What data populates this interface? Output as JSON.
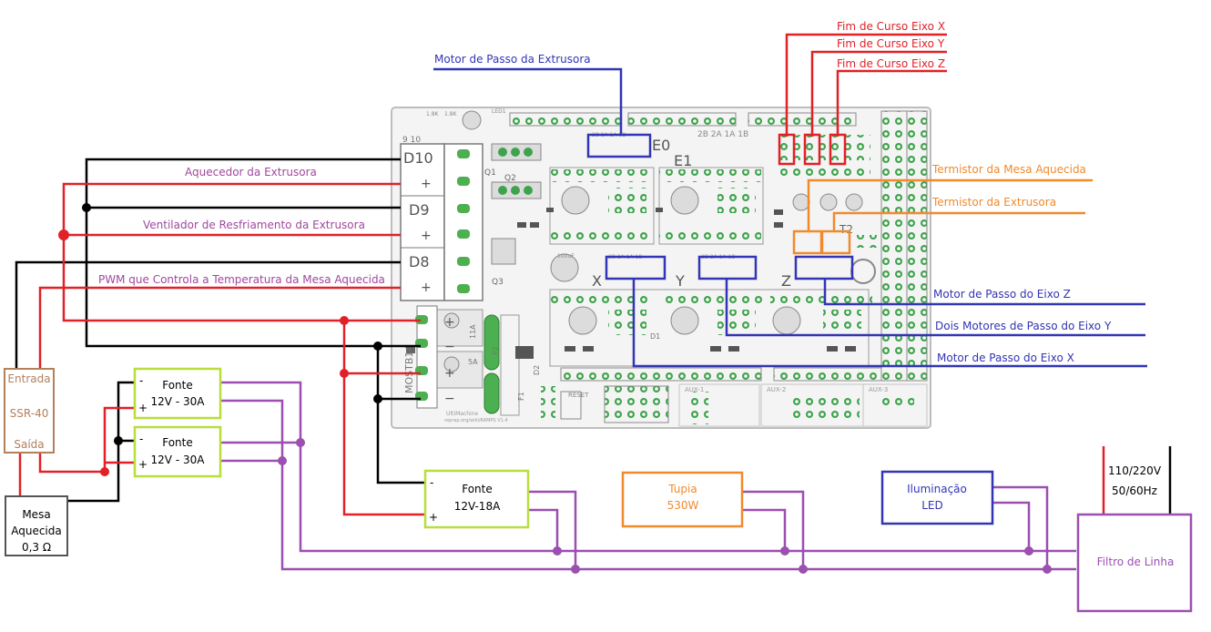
{
  "board": {
    "terminals": {
      "d10": "D10",
      "d9": "D9",
      "d8": "D8",
      "plus": "+",
      "minus": "−",
      "mosfet_header": "9 10",
      "power_header": "MOSTB14"
    },
    "silk": {
      "e0": "E0",
      "e1": "E1",
      "x": "X",
      "y": "Y",
      "z": "Z",
      "pins_2b2a1a1b": "2B 2A 1A 1B",
      "q1": "Q1",
      "q2": "Q2",
      "q3": "Q3",
      "t2": "T2",
      "reset": "RESET",
      "aux1": "AUX-1",
      "aux2": "AUX-2",
      "aux3": "AUX-3",
      "url": "reprap.org/wiki/RAMPS V1.4",
      "ultimachine": "UltiMachine",
      "fuse_11a": "11A",
      "fuse_5a": "5A",
      "cap_100uf": "100uF",
      "d1": "D1",
      "d2": "D2",
      "f1": "F1",
      "f2": "F2",
      "led1": "LED1",
      "r1k8": "1.8K"
    }
  },
  "labels": {
    "motor_extruder": "Motor de Passo da Extrusora",
    "endstop_x": "Fim de Curso Eixo X",
    "endstop_y": "Fim de Curso Eixo Y",
    "endstop_z": "Fim de Curso Eixo Z",
    "thermistor_bed": "Termistor da Mesa Aquecida",
    "thermistor_extruder": "Termistor da Extrusora",
    "motor_z": "Motor de Passo do Eixo Z",
    "motor_y": "Dois Motores de Passo do Eixo Y",
    "motor_x": "Motor de Passo do Eixo X",
    "heater_extruder": "Aquecedor da Extrusora",
    "fan_extruder": "Ventilador de Resfriamento da Extrusora",
    "pwm_bed": "PWM que Controla a Temperatura da Mesa Aquecida"
  },
  "components": {
    "ssr": {
      "input": "Entrada",
      "name": "SSR-40",
      "output": "Saída"
    },
    "bed": {
      "line1": "Mesa",
      "line2": "Aquecida",
      "line3": "0,3 Ω"
    },
    "psu1": {
      "title": "Fonte",
      "rating": "12V - 30A",
      "minus": "-",
      "plus": "+"
    },
    "psu2": {
      "title": "Fonte",
      "rating": "12V - 30A",
      "minus": "-",
      "plus": "+"
    },
    "psu3": {
      "title": "Fonte",
      "rating": "12V-18A",
      "minus": "-",
      "plus": "+"
    },
    "router": {
      "line1": "Tupia",
      "line2": "530W"
    },
    "lighting": {
      "line1": "Iluminação",
      "line2": "LED"
    },
    "mains": {
      "line1": "110/220V",
      "line2": "50/60Hz"
    },
    "filter": {
      "label": "Filtro de Linha"
    }
  },
  "colors": {
    "red": "#e02128",
    "black": "#000000",
    "purple": "#9b4fb0",
    "blue": "#3235b4",
    "orange": "#f08a2d",
    "ssr_brown": "#b3805c",
    "psu_green": "#b8de3e",
    "bed_gray": "#555555",
    "label_purple": "#a0479e"
  }
}
